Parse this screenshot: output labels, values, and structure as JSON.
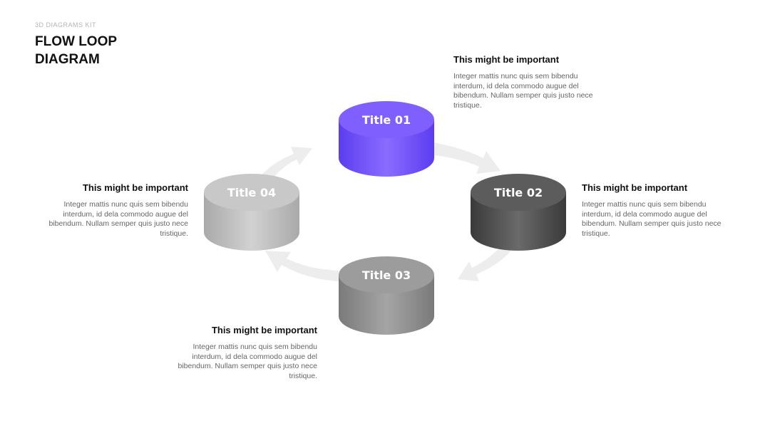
{
  "header": {
    "kit": "3D DIAGRAMS KIT",
    "title": "FLOW LOOP\nDIAGRAM"
  },
  "nodes": [
    {
      "label": "Title 01",
      "color": "#7b5cff"
    },
    {
      "label": "Title 02",
      "color": "#5a5a5a"
    },
    {
      "label": "Title 03",
      "color": "#9a9a9a"
    },
    {
      "label": "Title 04",
      "color": "#c4c4c4"
    }
  ],
  "captions": [
    {
      "heading": "This might be important",
      "body": "Integer mattis nunc quis sem bibendu interdum, id dela commodo augue del bibendum. Nullam semper quis justo nece tristique."
    },
    {
      "heading": "This might be important",
      "body": "Integer mattis nunc quis sem bibendu interdum, id dela commodo augue del bibendum. Nullam semper quis justo nece tristique."
    },
    {
      "heading": "This might be important",
      "body": "Integer mattis nunc quis sem bibendu interdum, id dela commodo augue del bibendum. Nullam semper quis justo nece tristique."
    },
    {
      "heading": "This might be important",
      "body": "Integer mattis nunc quis sem bibendu interdum, id dela commodo augue del bibendum. Nullam semper quis justo nece tristique."
    }
  ]
}
